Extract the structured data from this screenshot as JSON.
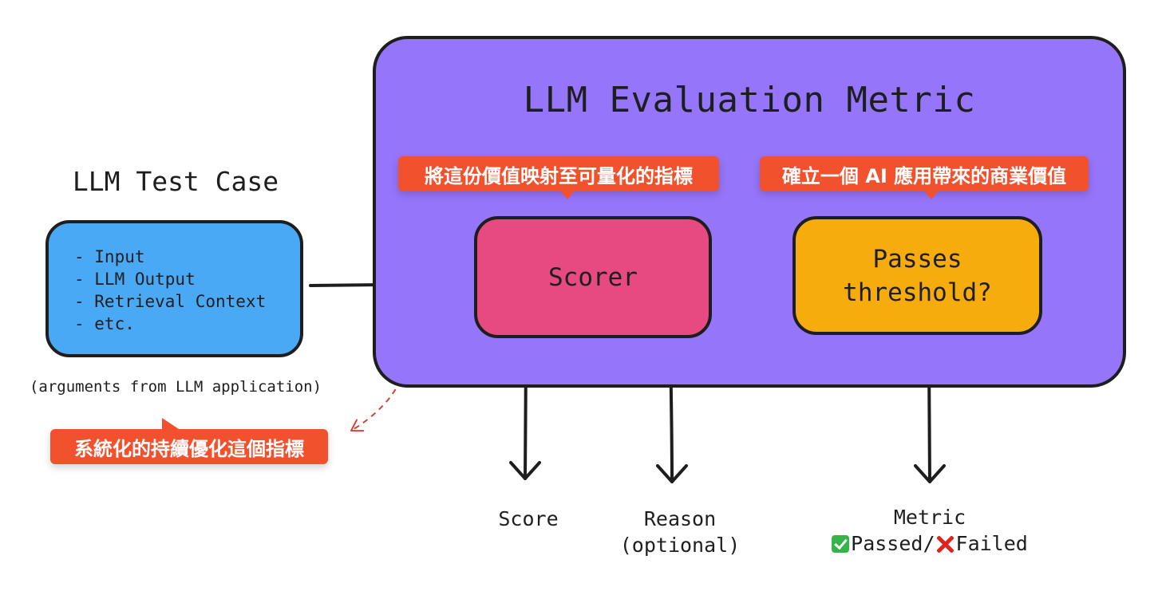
{
  "colors": {
    "panel": "#9575fa",
    "test_case_box": "#4aa9f5",
    "scorer_box": "#e64a80",
    "threshold_box": "#f7ac0d",
    "callout": "#f2512d",
    "arrow": "#1e1e1e",
    "dashed_arrow": "#d9403a",
    "check": "#36b34a",
    "cross": "#e0231c"
  },
  "metric_panel": {
    "title": "LLM Evaluation Metric"
  },
  "test_case": {
    "title": "LLM Test Case",
    "items": [
      "- Input",
      "- LLM Output",
      "- Retrieval Context",
      "- etc."
    ],
    "caption": "(arguments from LLM application)"
  },
  "scorer": {
    "label": "Scorer"
  },
  "threshold": {
    "line1": "Passes",
    "line2": "threshold?"
  },
  "callouts": {
    "map_to_metric": "將這份價值映射至可量化的指標",
    "business_value": "確立一個 AI 應用帶來的商業價值",
    "optimize": "系統化的持續優化這個指標"
  },
  "outputs": {
    "score": "Score",
    "reason_line1": "Reason",
    "reason_line2": "(optional)",
    "metric_line1": "Metric",
    "passed": "Passed/",
    "failed": "Failed"
  },
  "icons": {
    "check": "check-mark-icon",
    "cross": "cross-mark-icon"
  }
}
